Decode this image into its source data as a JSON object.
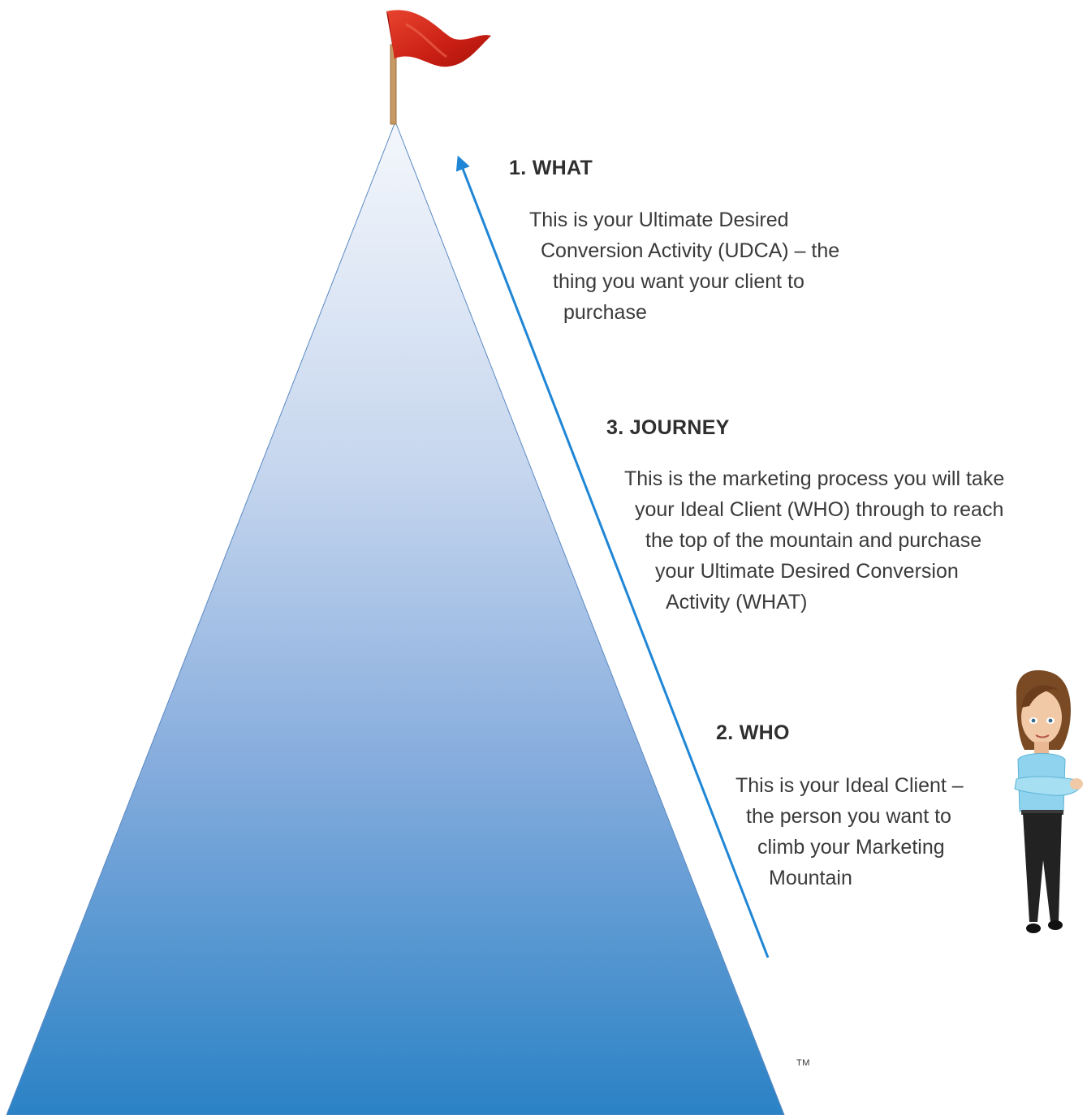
{
  "sections": {
    "what": {
      "heading": "1. WHAT",
      "lines": [
        "This is your Ultimate Desired",
        "Conversion Activity (UDCA) – the",
        "thing you want your client to",
        "purchase"
      ]
    },
    "journey": {
      "heading": "3. JOURNEY",
      "lines": [
        "This is the marketing process you will take",
        "your Ideal Client  (WHO) through to reach",
        "the top of the mountain and purchase",
        "your Ultimate Desired Conversion",
        "Activity (WHAT)"
      ]
    },
    "who": {
      "heading": "2. WHO",
      "lines": [
        "This is your Ideal Client –",
        "the person you want to",
        "climb your Marketing",
        "Mountain"
      ]
    }
  },
  "trademark": "TM",
  "colors": {
    "mountain_top": "#f4f7fc",
    "mountain_bottom": "#2a82c5",
    "arrow": "#1f86d6",
    "flag": "#d7281c",
    "flag_pole": "#c89a63",
    "shirt": "#8fd3ee",
    "pants": "#222222",
    "hair": "#7a4a24"
  },
  "icons": [
    "flag-icon",
    "up-arrow-icon",
    "woman-figure"
  ]
}
